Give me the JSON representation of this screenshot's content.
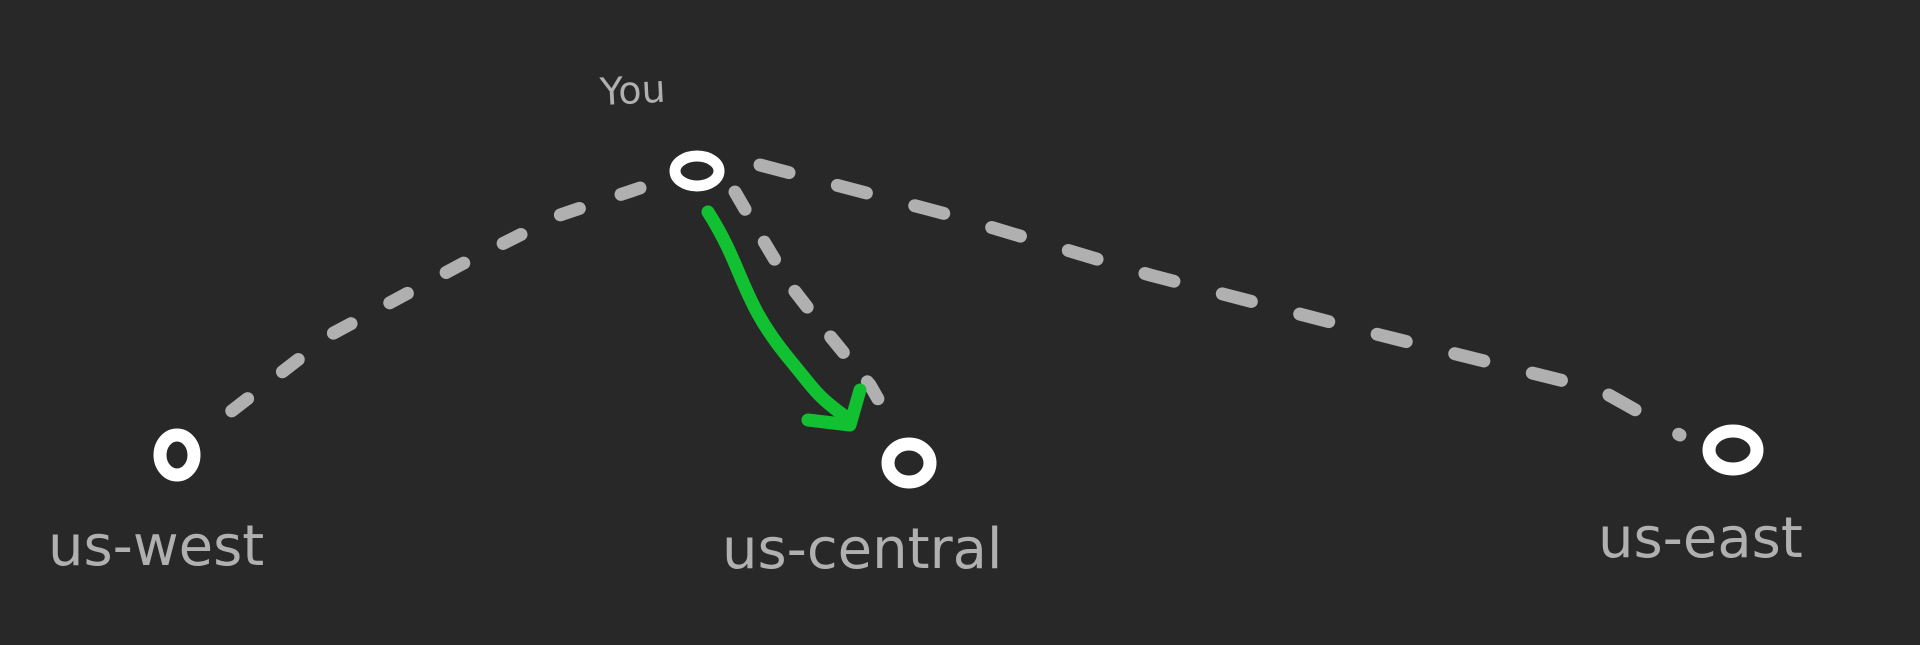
{
  "diagram": {
    "colors": {
      "background": "#282828",
      "dashed_link": "#b0b0b0",
      "node": "#ffffff",
      "label": "#b0b0b0",
      "selected_route": "#12c131"
    },
    "user": {
      "label": "You"
    },
    "regions": [
      {
        "id": "us-west",
        "label": "us-west"
      },
      {
        "id": "us-central",
        "label": "us-central"
      },
      {
        "id": "us-east",
        "label": "us-east"
      }
    ],
    "links": [
      {
        "from": "You",
        "to": "us-west",
        "style": "dashed"
      },
      {
        "from": "You",
        "to": "us-central",
        "style": "dashed"
      },
      {
        "from": "You",
        "to": "us-east",
        "style": "dashed"
      }
    ],
    "selected_route": {
      "from": "You",
      "to": "us-central",
      "style": "solid-arrow"
    }
  }
}
